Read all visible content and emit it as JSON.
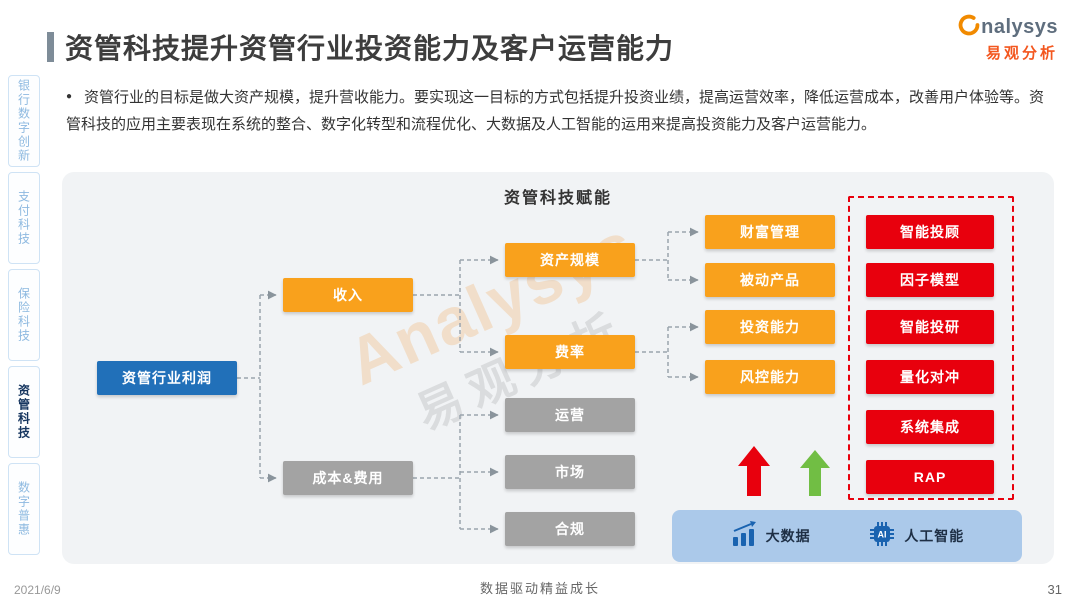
{
  "sidebar": {
    "items": [
      {
        "label": "银行数字创新",
        "active": false
      },
      {
        "label": "支付科技",
        "active": false
      },
      {
        "label": "保险科技",
        "active": false
      },
      {
        "label": "资管科技",
        "active": true
      },
      {
        "label": "数字普惠",
        "active": false
      }
    ]
  },
  "header": {
    "title": "资管科技提升资管行业投资能力及客户运营能力",
    "logo_name": "nalysys",
    "logo_sub": "易观分析"
  },
  "intro": {
    "bullet": "●",
    "text": "资管行业的目标是做大资产规模，提升营收能力。要实现这一目标的方式包括提升投资业绩，提高运营效率，降低运营成本，改善用户体验等。资管科技的应用主要表现在系统的整合、数字化转型和流程优化、大数据及人工智能的运用来提高投资能力及客户运营能力。",
    "_": ""
  },
  "diagram": {
    "title": "资管科技赋能",
    "watermark": {
      "line1": "Analysys",
      "line2": "易观分析"
    },
    "nodes": {
      "root": "资管行业利润",
      "income": "收入",
      "cost": "成本&费用",
      "scale": "资产规模",
      "fee": "费率",
      "ops": "运营",
      "market": "市场",
      "compliance": "合规",
      "wealth": "财富管理",
      "passive": "被动产品",
      "invest": "投资能力",
      "risk": "风控能力"
    },
    "tech": [
      "智能投顾",
      "因子模型",
      "智能投研",
      "量化对冲",
      "系统集成",
      "RAP"
    ],
    "enablers": [
      {
        "icon": "bar-chart-icon",
        "label": "大数据"
      },
      {
        "icon": "ai-chip-icon",
        "label": "人工智能"
      }
    ]
  },
  "footer": {
    "date": "2021/6/9",
    "slogan": "数据驱动精益成长",
    "page": "31"
  },
  "colors": {
    "node_orange": "#F9A11C",
    "node_gray": "#A3A3A3",
    "node_blue": "#2170B9",
    "node_red": "#E8000D",
    "frame_red_dashed": "#E8000D",
    "arrow_red": "#E8000D",
    "arrow_green": "#71BE44",
    "enabler_bar_bg": "#ABC9EA",
    "icon_blue": "#1A63B0",
    "logo_orange": "#F18A00",
    "logo_red": "#F3571F"
  }
}
